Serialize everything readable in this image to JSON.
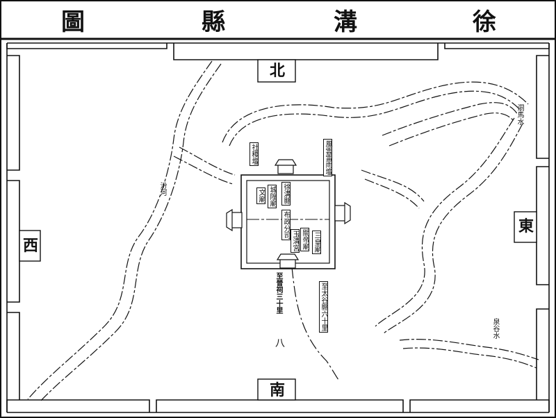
{
  "title": {
    "chars": [
      "圖",
      "縣",
      "溝",
      "徐"
    ]
  },
  "directions": {
    "north": "北",
    "south": "南",
    "east": "東",
    "west": "西"
  },
  "rivers": {
    "northeast_river": "洞馬水",
    "west_river": "汾河",
    "southeast_river": "泉谷水"
  },
  "sites": {
    "she_ji_tan": "社稷壇",
    "feng_yun_lei_yu_tan": "風雲雷雨壇",
    "xian_ya": "徐溝縣",
    "cheng_huang_miao": "城隍廟",
    "wen_miao": "文廟",
    "bu_zheng_si": "布政分司",
    "guan_di_miao": "關帝廟",
    "san_huang_miao": "三皇廟",
    "sheng_gong": "玉清宮",
    "south_road_label": "至晉祠三十里",
    "south_mountain_label": "至太谷縣六十里",
    "mark_eight": "八"
  }
}
